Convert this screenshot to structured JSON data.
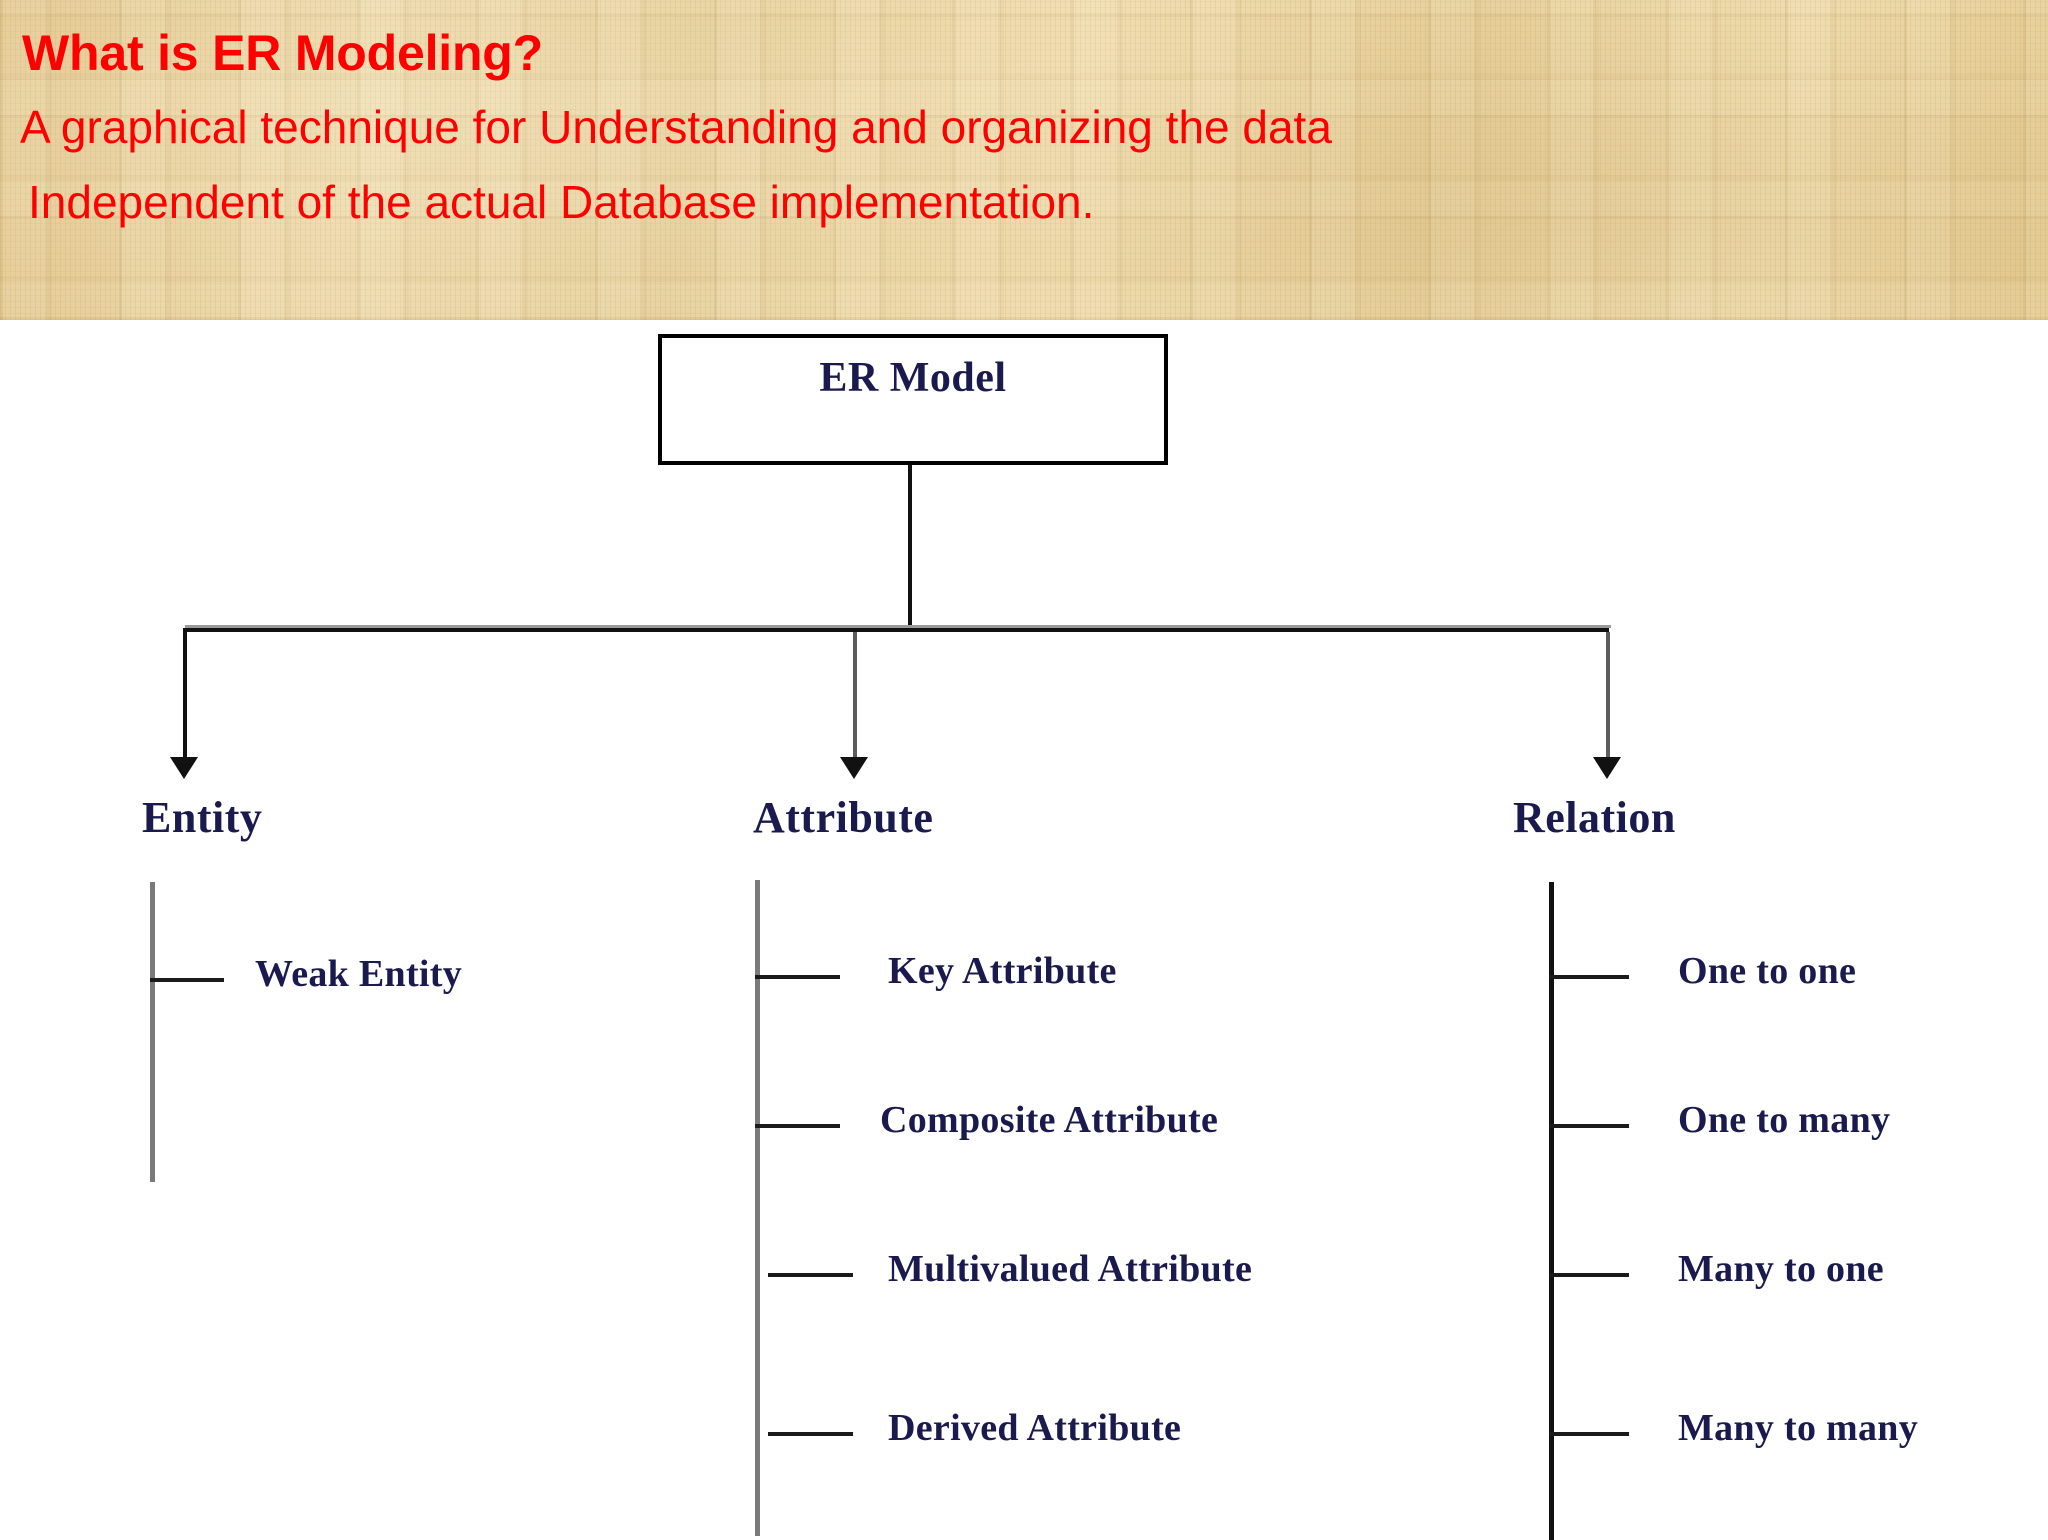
{
  "header": {
    "title": "What is ER Modeling?",
    "line1": "A graphical technique for Understanding and organizing the data",
    "line2": "Independent of the actual Database implementation.",
    "text_color": "#ff0000",
    "background_color": "#e9d3a0"
  },
  "diagram": {
    "root": {
      "label": "ER Model"
    },
    "node_color": "#1a1a4e",
    "line_color": "#111111",
    "branches": [
      {
        "label": "Entity",
        "spine_color": "#7a7a7a",
        "children": [
          {
            "label": "Weak Entity"
          }
        ]
      },
      {
        "label": "Attribute",
        "spine_color": "#7a7a7a",
        "children": [
          {
            "label": "Key Attribute"
          },
          {
            "label": "Composite Attribute"
          },
          {
            "label": "Multivalued Attribute"
          },
          {
            "label": "Derived Attribute"
          }
        ]
      },
      {
        "label": "Relation",
        "spine_color": "#111111",
        "children": [
          {
            "label": "One to one"
          },
          {
            "label": "One to many"
          },
          {
            "label": "Many to one"
          },
          {
            "label": "Many to many"
          }
        ]
      }
    ]
  }
}
